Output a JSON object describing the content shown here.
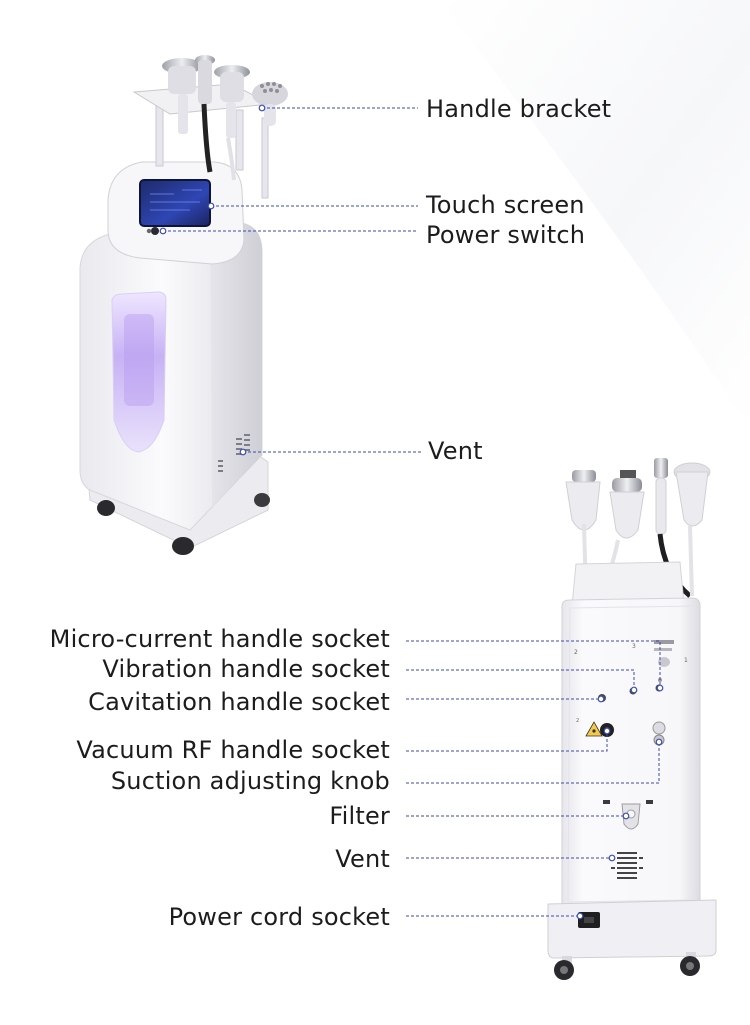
{
  "front_labels": [
    "Handle bracket",
    "Touch screen",
    "Power switch",
    "Vent"
  ],
  "back_labels": [
    "Micro-current handle socket",
    "Vibration handle socket",
    "Cavitation handle socket",
    "Vacuum RF handle socket",
    "Suction adjusting knob",
    "Filter",
    "Vent",
    "Power cord socket"
  ],
  "colors": {
    "leader_line": "#3a4bb5",
    "machine_body": "#f4f4f6",
    "label_text": "#1c1c1c",
    "screen_glow": "#5a6fd8",
    "side_light": "#c9b8f2"
  }
}
